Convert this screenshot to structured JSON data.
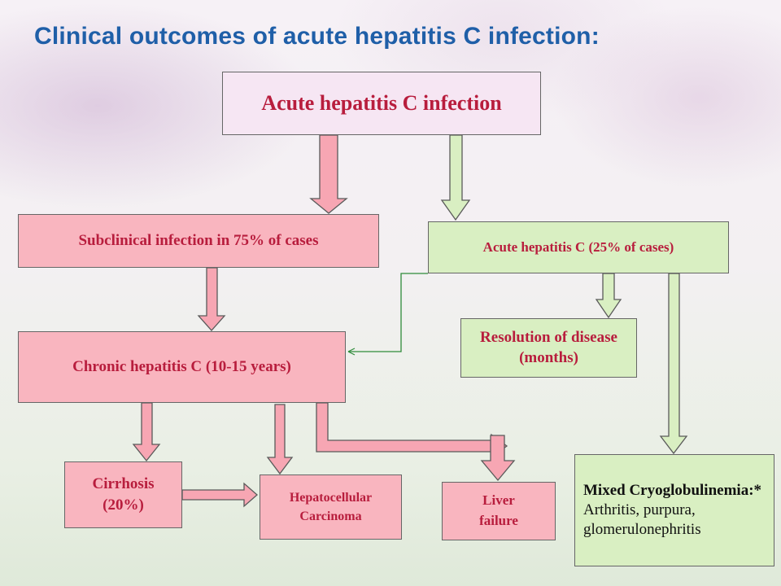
{
  "title": "Clinical outcomes of acute hepatitis C infection:",
  "nodes": {
    "acute_infection": "Acute hepatitis C infection",
    "subclinical": "Subclinical infection in 75% of cases",
    "acute_25": "Acute hepatitis C (25% of cases)",
    "resolution": "Resolution of disease (months)",
    "chronic": "Chronic hepatitis C (10-15 years)",
    "cirrhosis": "Cirrhosis (20%)",
    "hcc": "Hepatocellular Carcinoma",
    "liver_failure": "Liver failure",
    "cryo_title": "Mixed Cryoglobulinemia:*",
    "cryo_body": "Arthritis, purpura, glomerulonephritis"
  },
  "colors": {
    "title": "#1f5fa8",
    "node_text": "#b81d3d",
    "pink_fill": "#f9b5bf",
    "green_fill": "#d9efc2",
    "lavender_fill": "#f6e6f3",
    "arrow_pink": "#f7a6b3",
    "arrow_green": "#d9efc2",
    "connector_line": "#2e8b3a"
  }
}
